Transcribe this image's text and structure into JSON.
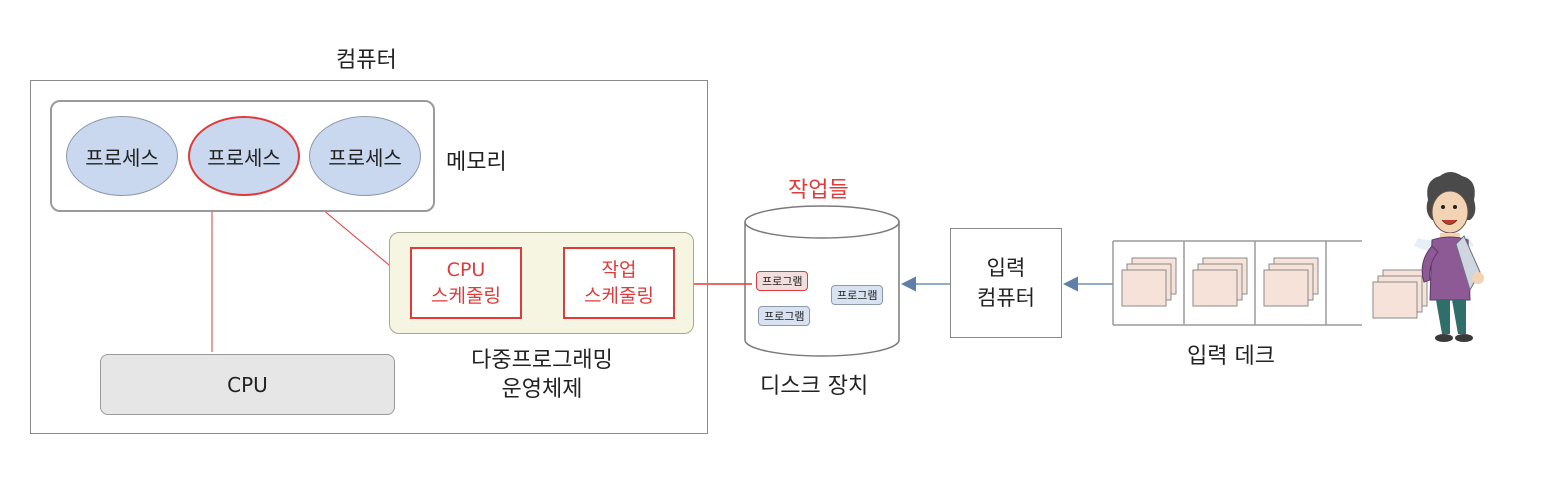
{
  "computer": {
    "title": "컴퓨터",
    "memory_label": "메모리",
    "processes": [
      "프로세스",
      "프로세스",
      "프로세스"
    ],
    "cpu_label": "CPU"
  },
  "os": {
    "cpu_scheduling": [
      "CPU",
      "스케줄링"
    ],
    "job_scheduling": [
      "작업",
      "스케줄링"
    ],
    "caption": [
      "다중프로그래밍",
      "운영체제"
    ]
  },
  "disk": {
    "jobs_label": "작업들",
    "programs": [
      "프로그램",
      "프로그램",
      "프로그램"
    ],
    "caption": "디스크 장치"
  },
  "input_computer": {
    "lines": [
      "입력",
      "컴퓨터"
    ]
  },
  "input_deck": {
    "caption": "입력 데크"
  },
  "colors": {
    "accent_red": "#e03a3a",
    "arrow_blue": "#6f8fb5",
    "process_fill": "#c9d8ee",
    "os_fill": "#f5f5e1",
    "card_fill": "#f6e2d9"
  }
}
